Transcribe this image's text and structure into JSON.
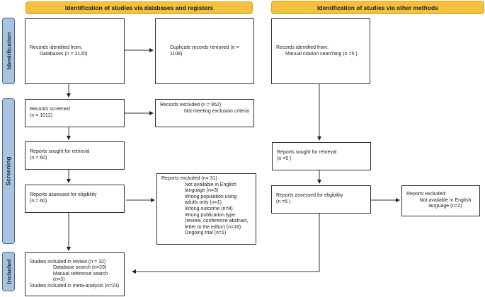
{
  "headers": {
    "databases": "Identification of studies via databases and registers",
    "other": "Identification of studies via other methods"
  },
  "stages": {
    "identification": "Identification",
    "screening": "Screening",
    "included": "Included"
  },
  "databases": {
    "identified": {
      "title": "Records identified from:",
      "detail": "Databases (n = 2120)"
    },
    "duplicates": {
      "text": "Duplicate records removed  (n = 1108)"
    },
    "screened": {
      "title": "Records screened",
      "detail": "(n = 1012)"
    },
    "records_excluded": {
      "title": "Records excluded (n = 952)",
      "detail": "Not meeting exclusion criteria"
    },
    "sought": {
      "title": "Reports sought for retrieval",
      "detail": "(n = 60)"
    },
    "assessed": {
      "title": "Reports assessed for eligibility",
      "detail": "(n = 60)"
    },
    "reports_excluded": {
      "title": "Reports excluded (n= 31)",
      "reasons": [
        "Not available in English language (n=3)",
        "Wrong population using adults only (n=1)",
        "Wrong outcome (n=8)",
        "Wrong publication type (review, conference abstract, letter to the editor) (n=18)",
        "Ongoing trial (n=1)"
      ]
    },
    "included": {
      "title": "Studies included in review (n = 32)",
      "sub1": "Database search (n=29)",
      "sub2": "Manual reference search (n=3)",
      "meta": "Studies included in meta-analysis (n=23)"
    }
  },
  "other": {
    "identified": {
      "title": "Records identified from:",
      "detail": "Manual citation searching (n =5 )"
    },
    "sought": {
      "title": "Reports sought for retrieval",
      "detail": "(n =5 )"
    },
    "assessed": {
      "title": "Reports assessed for eligibility",
      "detail": "(n =5 )"
    },
    "excluded": {
      "title": "Reports excluded:",
      "detail": "Not available in English language (n=2)"
    }
  },
  "colors": {
    "header": "#f3c13d",
    "stage": "#a8c4e0",
    "stage_border": "#4a6785"
  }
}
